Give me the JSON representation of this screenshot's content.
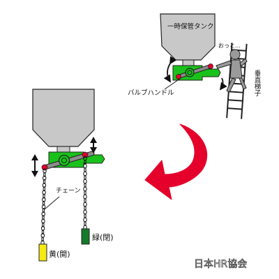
{
  "labels": {
    "tank": "一時保管タンク",
    "exclaim": "おっと…",
    "ladder": "垂直梯子",
    "valve_handle": "バルブハンドル",
    "chain": "チェーン",
    "green_closed": "緑(閉)",
    "yellow_open": "黄(開)",
    "logo": "日本HR協会"
  },
  "colors": {
    "tank_fill": "#c8c8c8",
    "valve_green": "#19c21a",
    "handle_gray": "#8c8c8c",
    "pivot_red": "#e4002b",
    "arrow_red": "#e4002b",
    "chain_green": "#157a2a",
    "chain_yellow": "#f5ea16"
  },
  "icons": {
    "worker": "worker-figure-icon",
    "ladder": "vertical-ladder-icon",
    "arrow": "curved-red-arrow-icon"
  }
}
